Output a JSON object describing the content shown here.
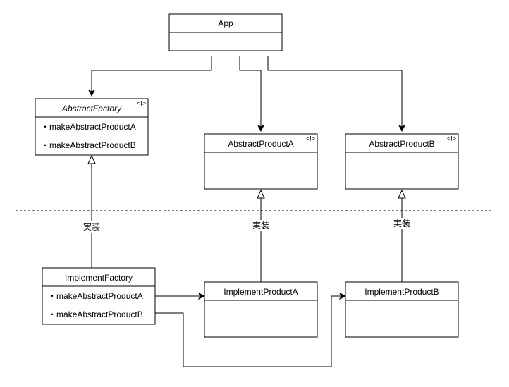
{
  "classes": {
    "app": {
      "name": "App"
    },
    "abstract_factory": {
      "name": "AbstractFactory",
      "stereotype": "<I>",
      "methods": [
        "・makeAbstractProductA",
        "・makeAbstractProductB"
      ]
    },
    "abstract_product_a": {
      "name": "AbstractProductA",
      "stereotype": "<I>"
    },
    "abstract_product_b": {
      "name": "AbstractProductB",
      "stereotype": "<I>"
    },
    "implement_factory": {
      "name": "ImplementFactory",
      "methods": [
        "・makeAbstractProductA",
        "・makeAbstractProductB"
      ]
    },
    "implement_product_a": {
      "name": "ImplementProductA"
    },
    "implement_product_b": {
      "name": "ImplementProductB"
    }
  },
  "edge_labels": {
    "factory_impl": "実装",
    "product_a_impl": "実装",
    "product_b_impl": "実装"
  }
}
